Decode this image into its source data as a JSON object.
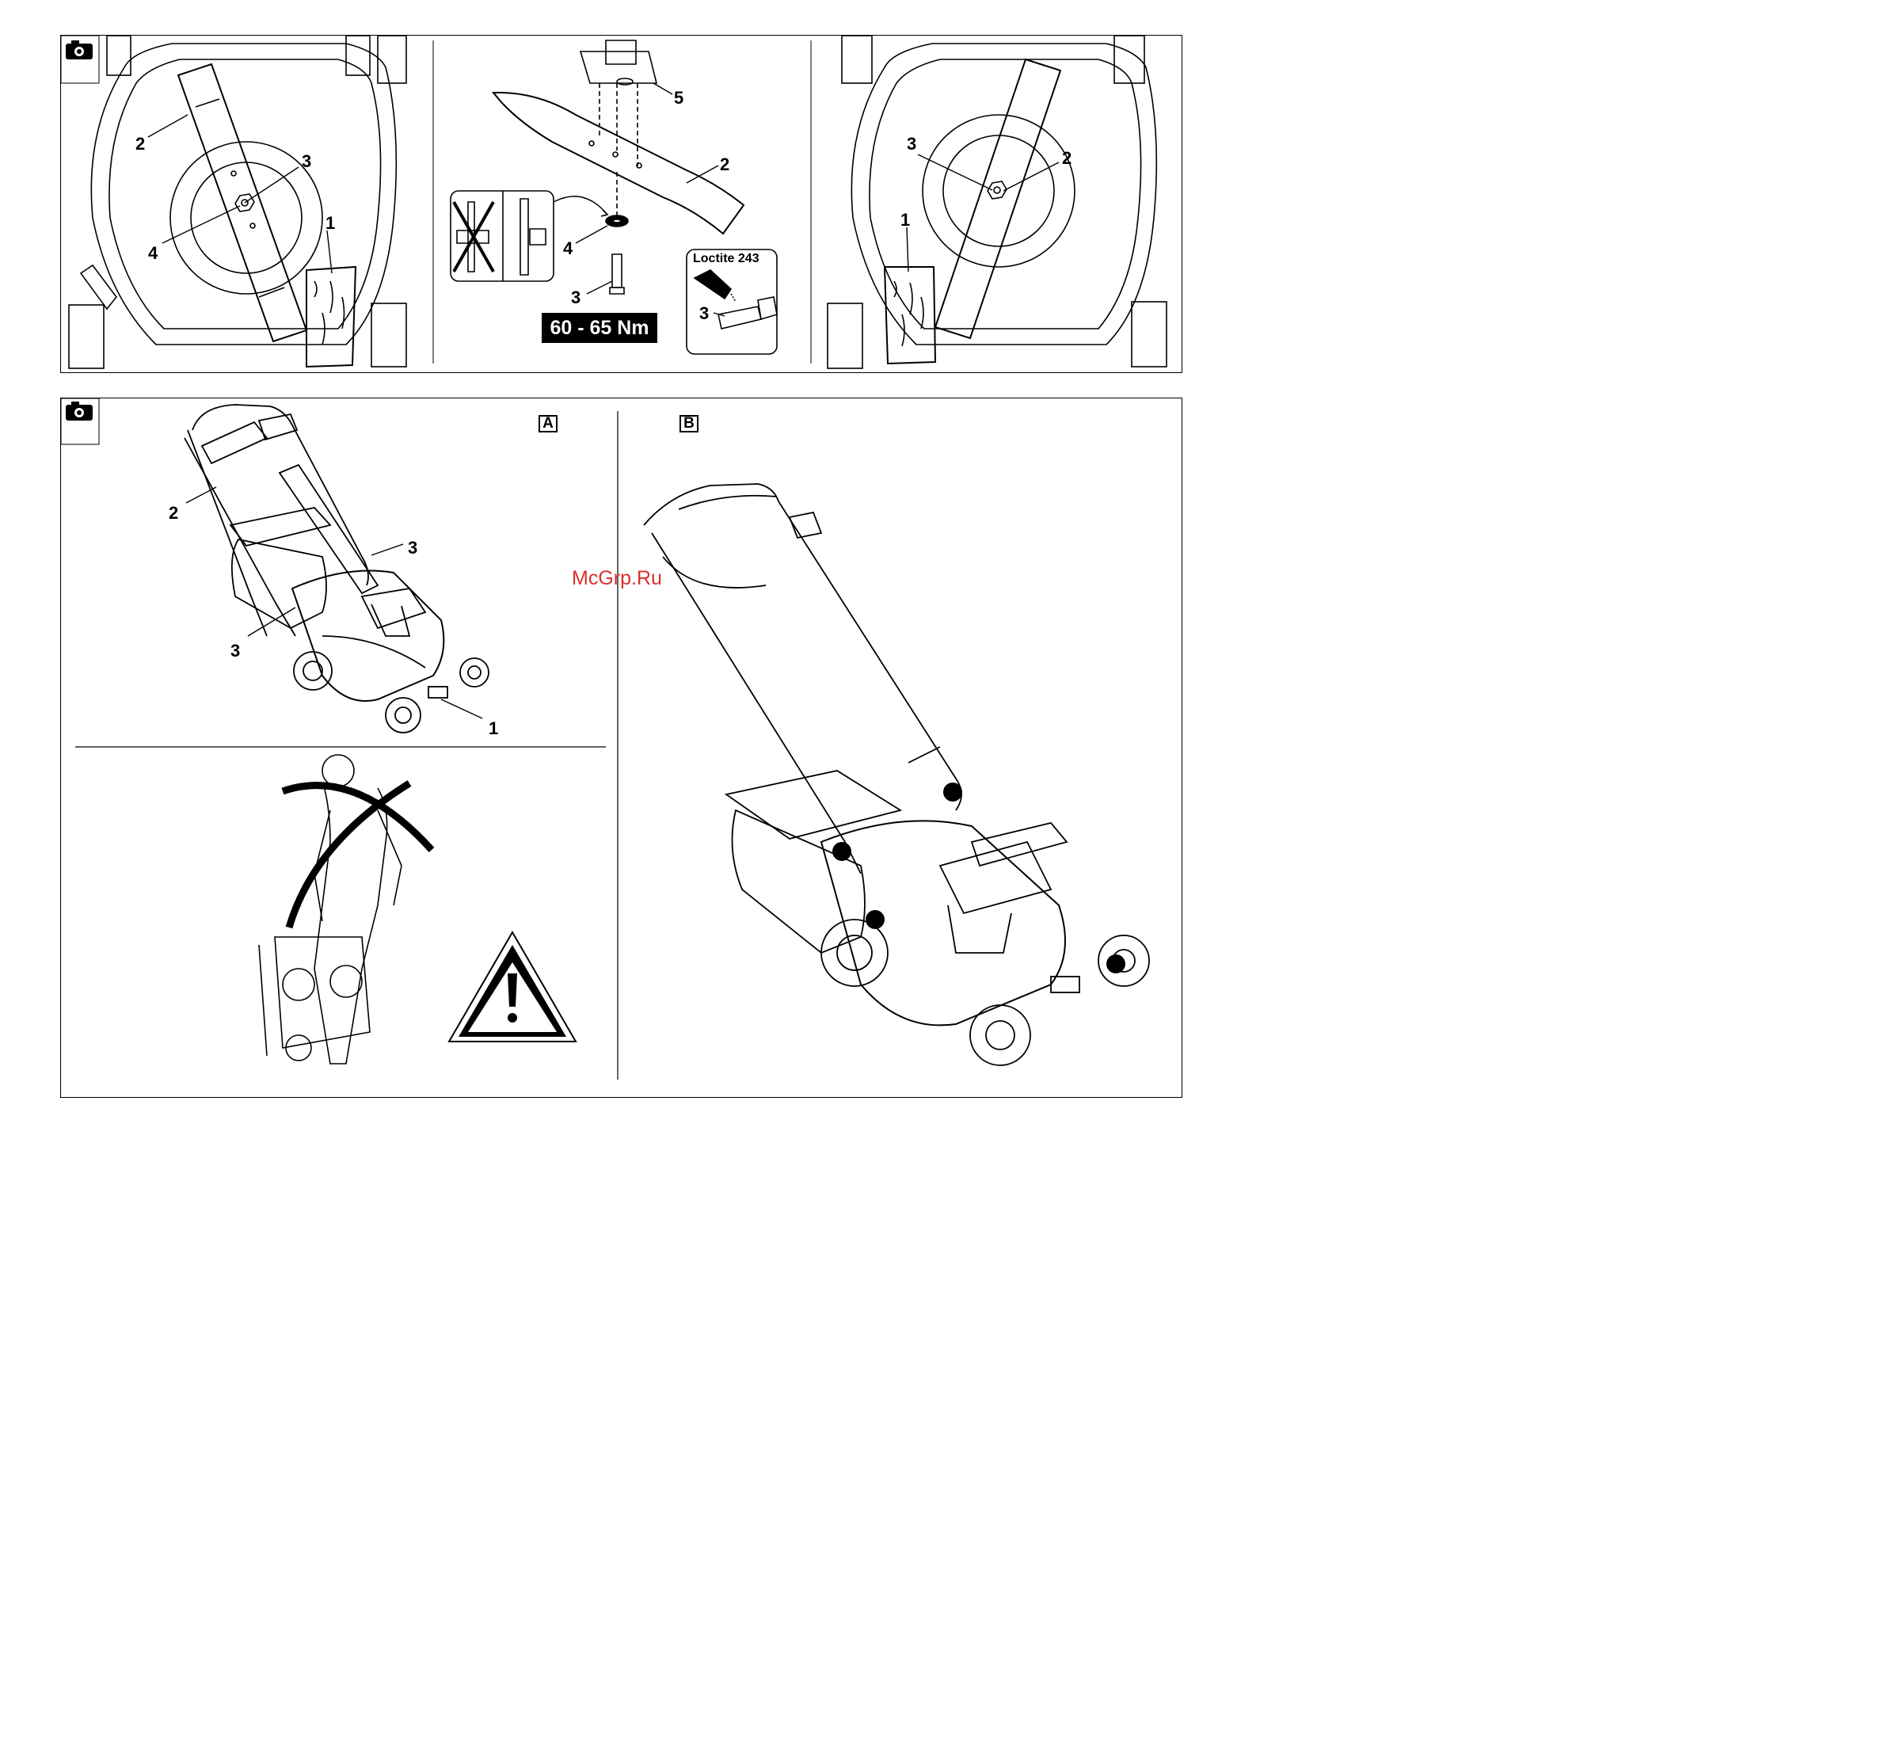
{
  "top_panel": {
    "left_labels": [
      "1",
      "2",
      "3",
      "4"
    ],
    "middle_labels": [
      "2",
      "3",
      "4",
      "5"
    ],
    "right_labels": [
      "1",
      "2",
      "3"
    ],
    "torque": "60 - 65 Nm",
    "thread_locker": "Loctite 243",
    "thread_locker_label": "3"
  },
  "bottom_panel": {
    "section_a_letter": "A",
    "section_b_letter": "B",
    "section_a_labels": [
      "1",
      "2",
      "3",
      "3"
    ]
  },
  "watermark": "McGrp.Ru",
  "icons": [
    "camera-icon",
    "warning-triangle-icon",
    "crossed-out-icon"
  ]
}
